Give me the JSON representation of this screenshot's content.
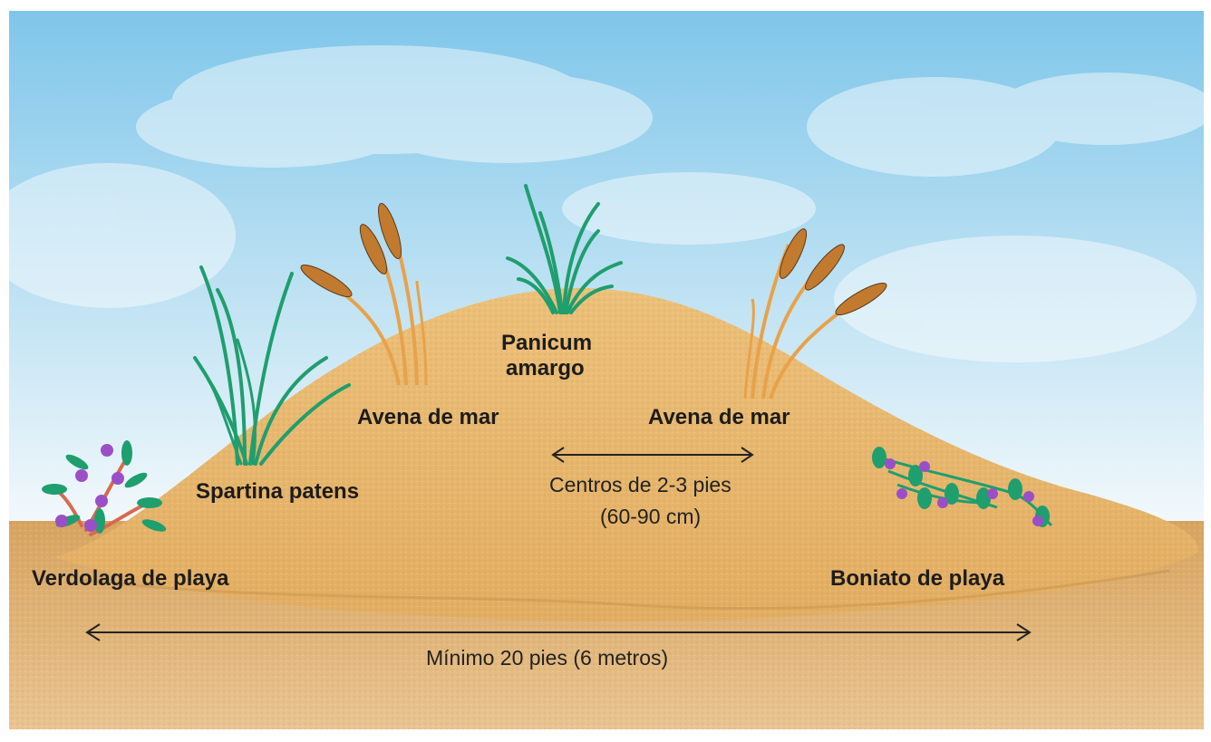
{
  "labels": {
    "verdolaga": "Verdolaga de playa",
    "spartina": "Spartina patens",
    "avena_left": "Avena de mar",
    "panicum_line1": "Panicum",
    "panicum_line2": "amargo",
    "avena_right": "Avena de mar",
    "boniato": "Boniato de playa"
  },
  "measurements": {
    "centers_line1": "Centros de 2-3 pies",
    "centers_line2": "(60-90 cm)",
    "minimum": "Mínimo 20 pies (6 metros)"
  },
  "colors": {
    "sky_top": "#7fc6ea",
    "sky_bottom": "#eef7fb",
    "sand": "#e8b96e",
    "sand_dark": "#d39a52",
    "grass": "#1f9e6e",
    "oat": "#e8a24a",
    "flower": "#9b4fc7",
    "stem": "#d8694f"
  }
}
